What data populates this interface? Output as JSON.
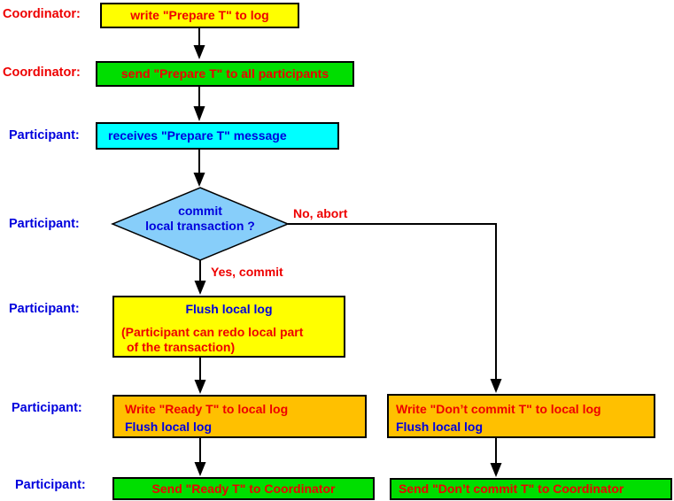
{
  "colors": {
    "yellow": "#ffff00",
    "green": "#00de00",
    "cyan": "#00ffff",
    "diamond_blue": "#87cefa",
    "orange": "#ffc000",
    "red_text": "#ee0000",
    "blue_text": "#0000dd"
  },
  "rows": {
    "row1_label": "Coordinator:",
    "row2_label": "Coordinator:",
    "row3_label": "Participant:",
    "row4_label": "Participant:",
    "row5_label": "Participant:",
    "row6_label": "Participant:",
    "row7_label": "Participant:"
  },
  "nodes": {
    "write_prepare_log": "write \"Prepare T\" to log",
    "send_prepare": "send \"Prepare T\" to all participants",
    "receive_prepare": "receives \"Prepare T\" message",
    "decision_line1": "commit",
    "decision_line2": "local transaction ?",
    "flush_title": "Flush local log",
    "flush_note_line1": "(Participant can redo local part",
    "flush_note_line2": "of the transaction)",
    "write_ready_line1": "Write \"Ready T\" to local log",
    "write_ready_line2": "Flush local log",
    "write_dont_line1": "Write \"Don’t commit T\" to local log",
    "write_dont_line2": "Flush local log",
    "send_ready": "Send \"Ready T\" to Coordinator",
    "send_dont": "Send \"Don’t commit T\" to Coordinator"
  },
  "branches": {
    "no_label": "No, abort",
    "yes_label": "Yes, commit"
  }
}
